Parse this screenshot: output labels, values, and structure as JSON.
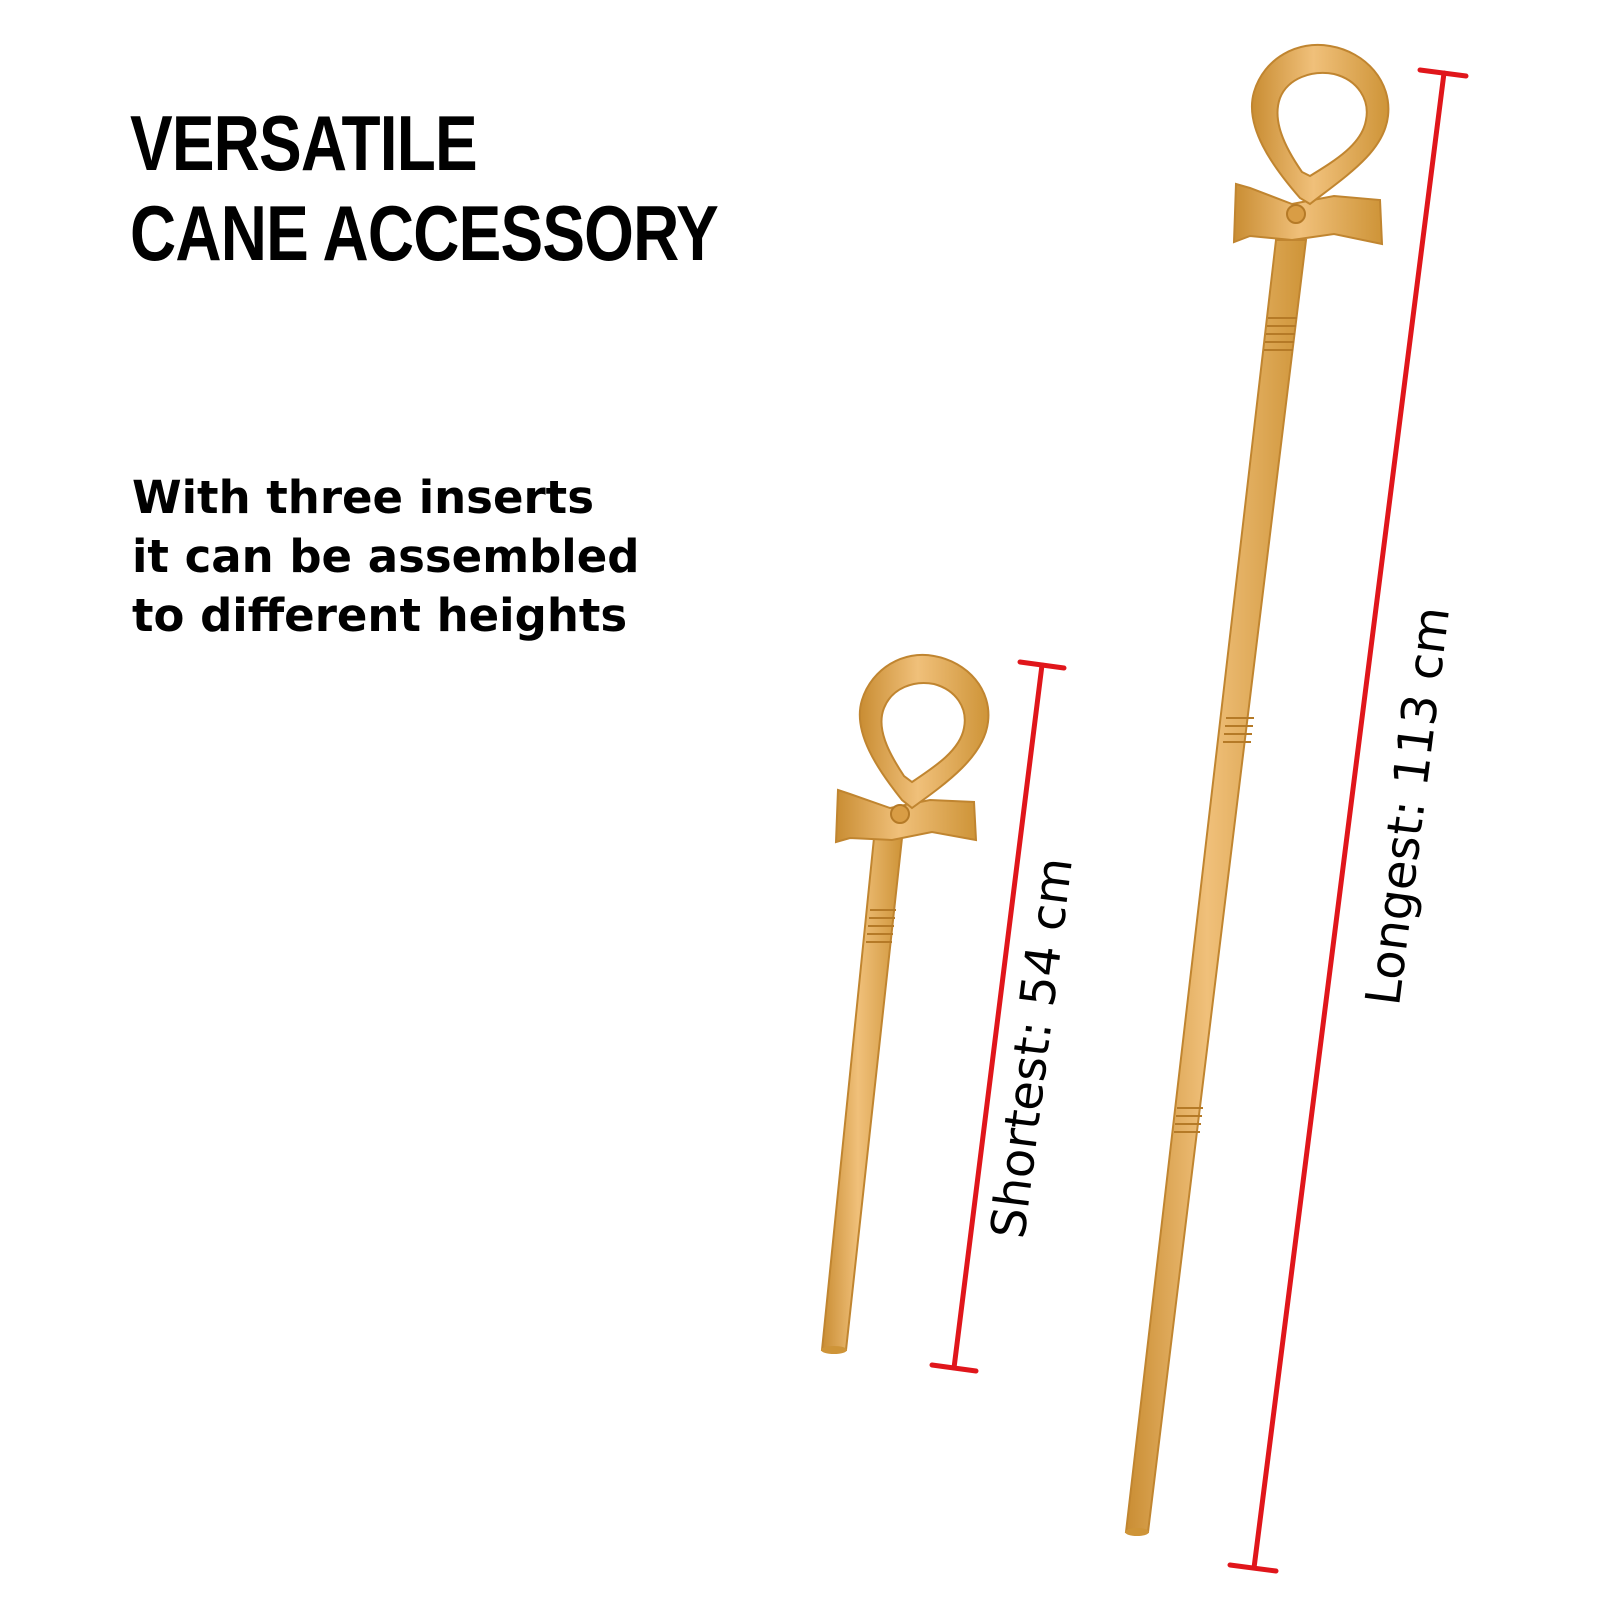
{
  "headline": {
    "line1": "VERSATILE",
    "line2": "CANE ACCESSORY"
  },
  "subtext": {
    "line1": "With three inserts",
    "line2": "it can be assembled",
    "line3": "to different heights"
  },
  "measurements": {
    "shortest": "Shortest: 54 cm",
    "longest": "Longest: 113 cm"
  },
  "colors": {
    "cane_gold": "#E0A94E",
    "cane_shadow": "#C98D33",
    "cane_highlight": "#F2C47C",
    "measure_line": "#E0161B",
    "text": "#000000",
    "background": "#FFFFFF"
  }
}
